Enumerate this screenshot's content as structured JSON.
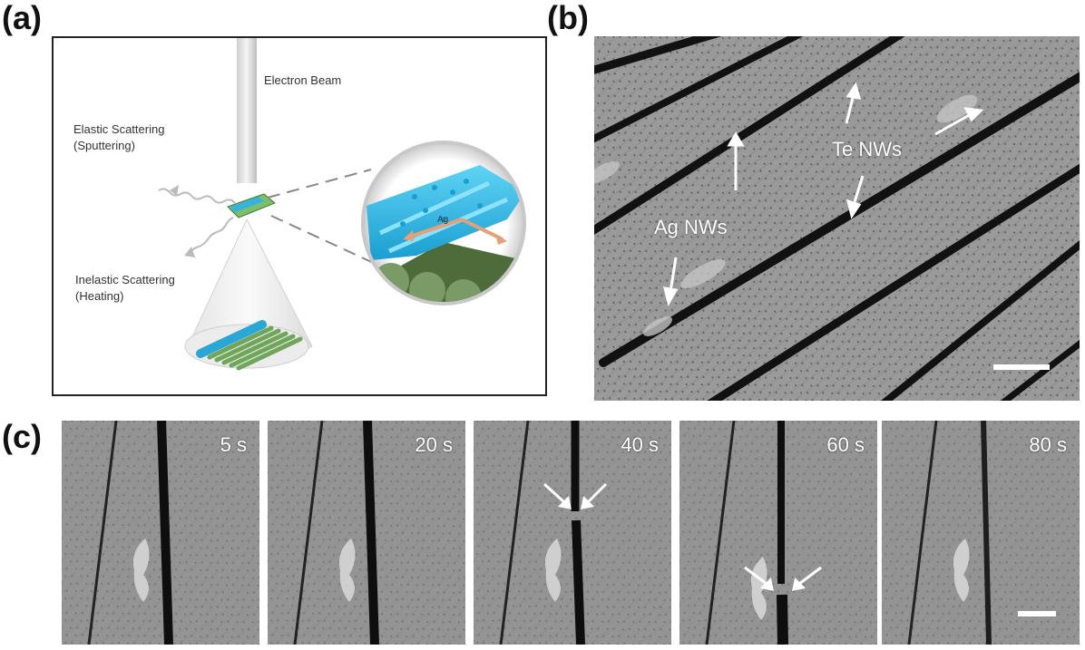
{
  "panel_labels": {
    "a": "(a)",
    "b": "(b)",
    "c": "(c)"
  },
  "schematic": {
    "electron_beam": "Electron Beam",
    "elastic_line1": "Elastic Scattering",
    "elastic_line2": "(Sputtering)",
    "inelastic_line1": "Inelastic Scattering",
    "inelastic_line2": "(Heating)",
    "ag_label": "Ag"
  },
  "tem": {
    "te_label": "Te NWs",
    "ag_label": "Ag NWs"
  },
  "time_series": [
    "5 s",
    "20 s",
    "40 s",
    "60 s",
    "80 s"
  ]
}
